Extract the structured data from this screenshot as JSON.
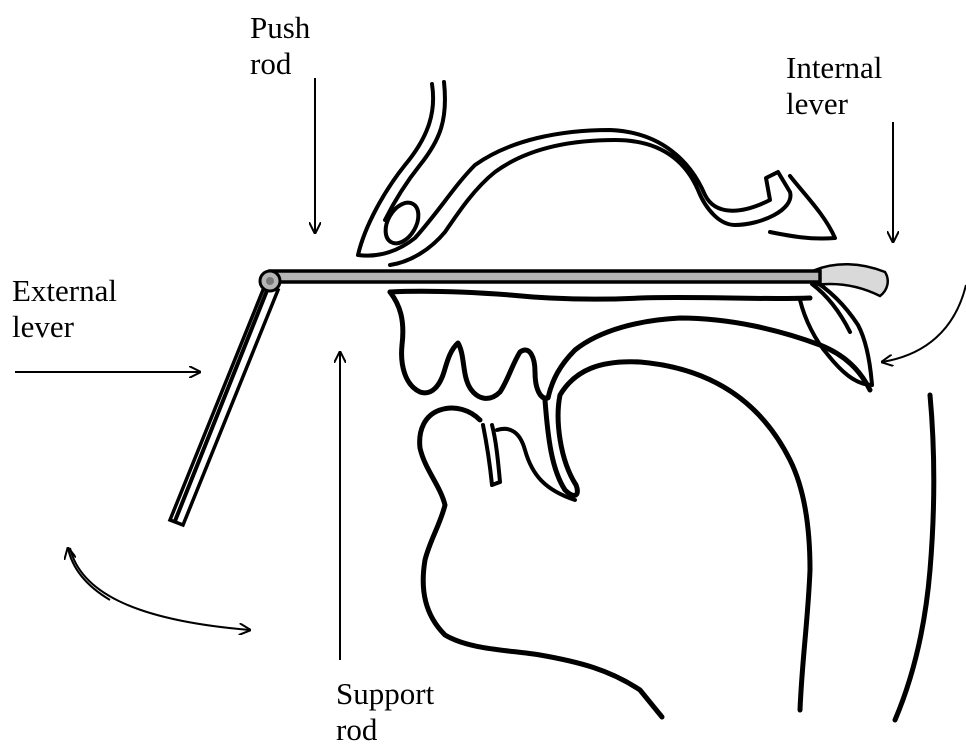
{
  "labels": {
    "push_rod": [
      "Push",
      "rod"
    ],
    "internal_lever": [
      "Internal",
      "lever"
    ],
    "external_lever": [
      "External",
      "lever"
    ],
    "support_rod": [
      "Support",
      "rod"
    ]
  },
  "colors": {
    "ink": "#000000",
    "rod_fill": "#b5b5b5",
    "background": "#ffffff"
  }
}
